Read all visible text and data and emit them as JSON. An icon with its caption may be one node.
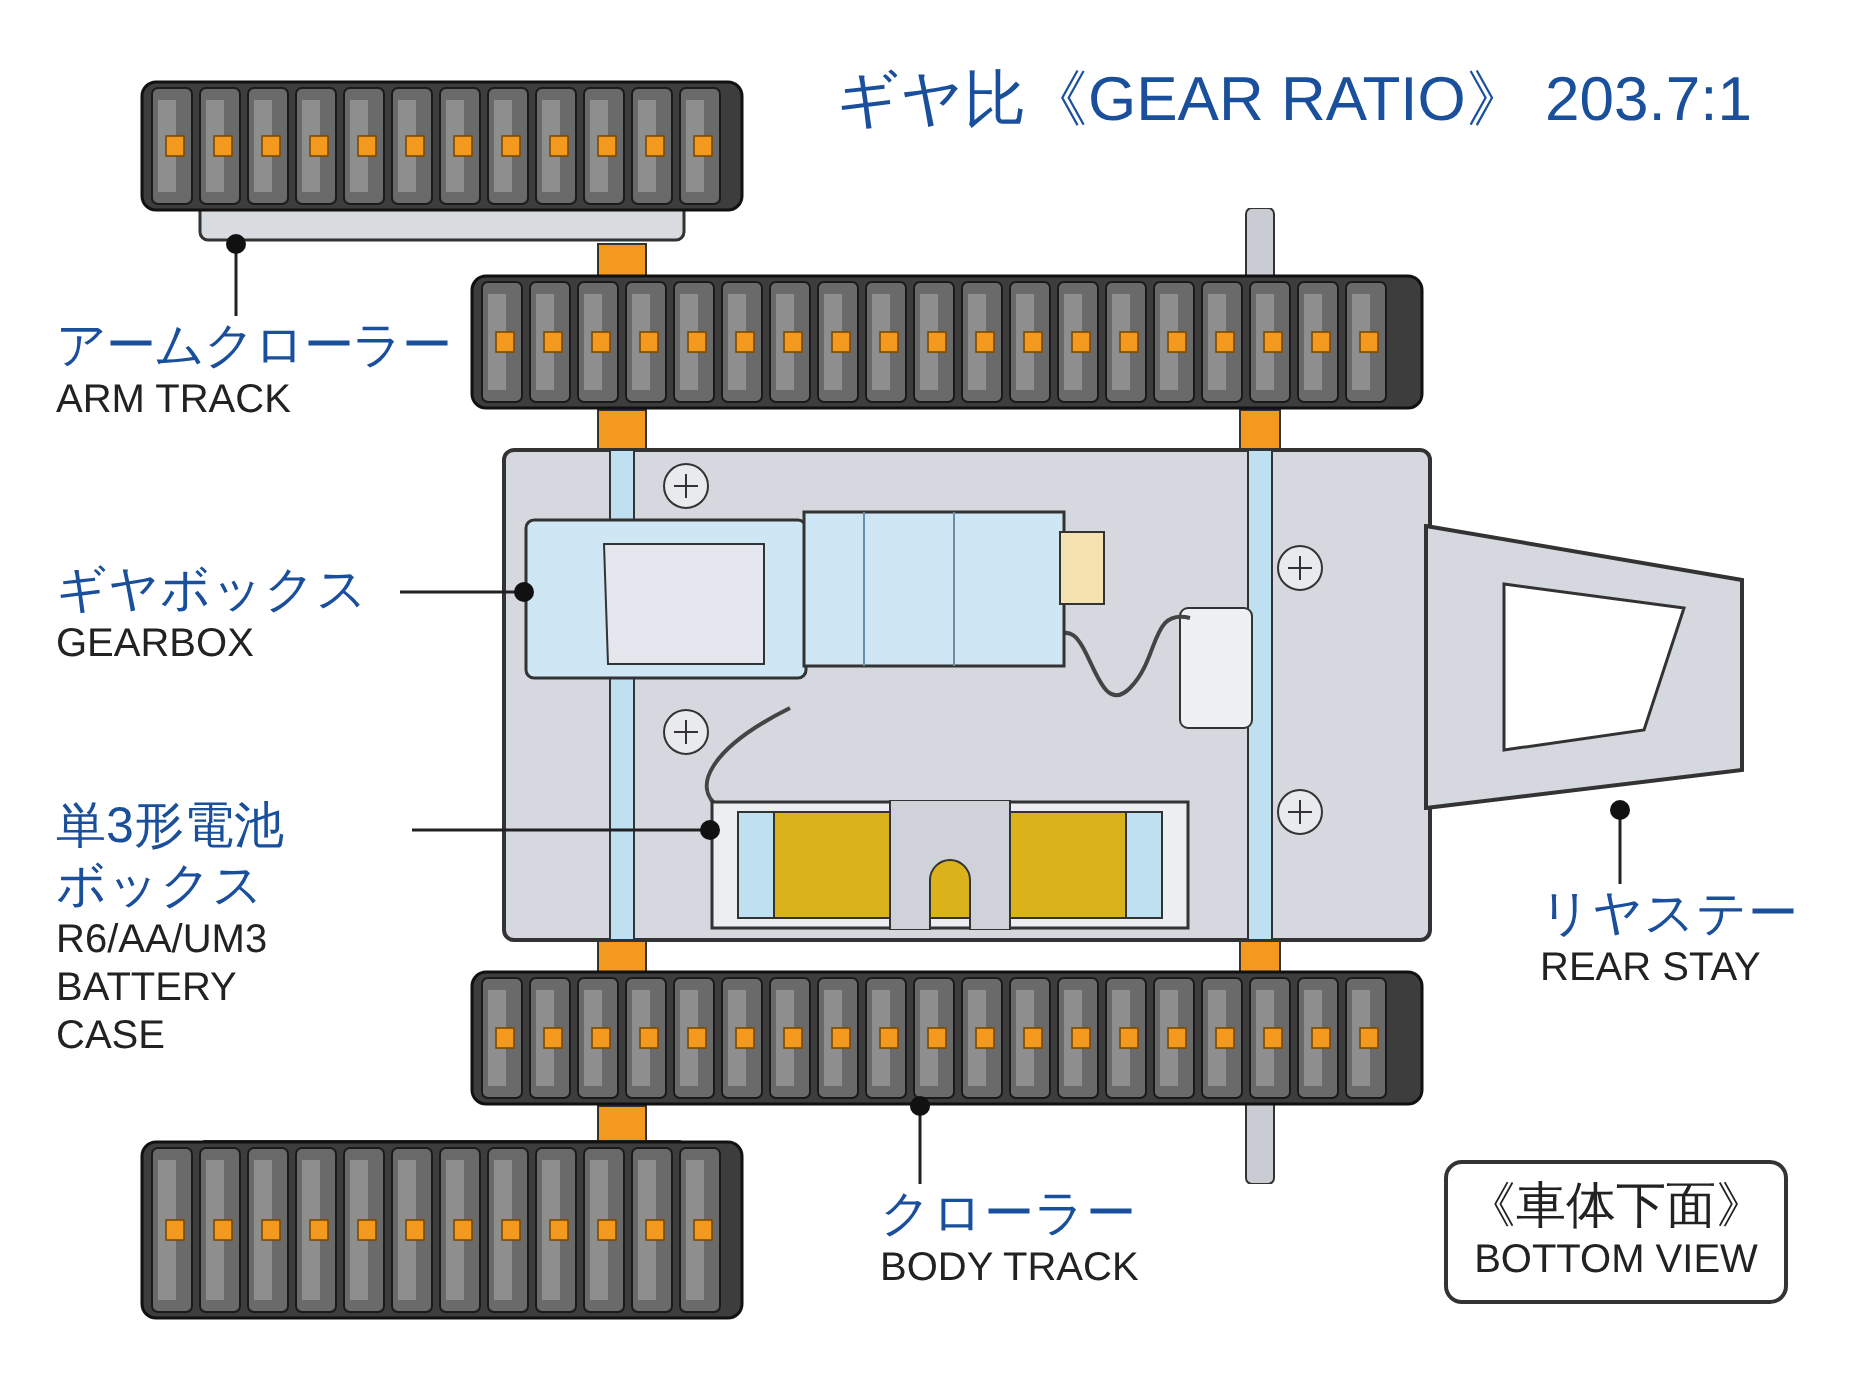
{
  "diagram": {
    "title": "ギヤ比《GEAR RATIO》 203.7:1",
    "nodes": [
      {
        "text": [
          "アームクローラー",
          "ARM TRACK"
        ]
      },
      {
        "text": [],
        "shape": "picture"
      },
      {
        "text": [
          "ギヤボックス",
          "GEARBOX"
        ]
      },
      {
        "text": [],
        "shape": "picture"
      },
      {
        "text": [
          "単3形電池ボックス",
          "R6/AA/UM3 BATTERY CASE"
        ]
      },
      {
        "text": [],
        "shape": "picture"
      },
      {
        "text": [
          "リヤステー",
          "REAR STAY"
        ]
      },
      {
        "text": [],
        "shape": "picture"
      },
      {
        "text": [
          "クローラー",
          "BODY TRACK"
        ]
      },
      {
        "text": [],
        "shape": "picture"
      },
      {
        "text": [
          "《車体下面》",
          "BOTTOM VIEW"
        ]
      }
    ],
    "edges": [
      {
        "from": 0,
        "to": 1,
        "arrow": "other"
      },
      {
        "from": 2,
        "to": 3,
        "arrow": "other"
      },
      {
        "from": 4,
        "to": 5,
        "arrow": "other"
      },
      {
        "from": 6,
        "to": 7,
        "arrow": "other"
      },
      {
        "from": 8,
        "to": 9,
        "arrow": "other"
      }
    ]
  }
}
